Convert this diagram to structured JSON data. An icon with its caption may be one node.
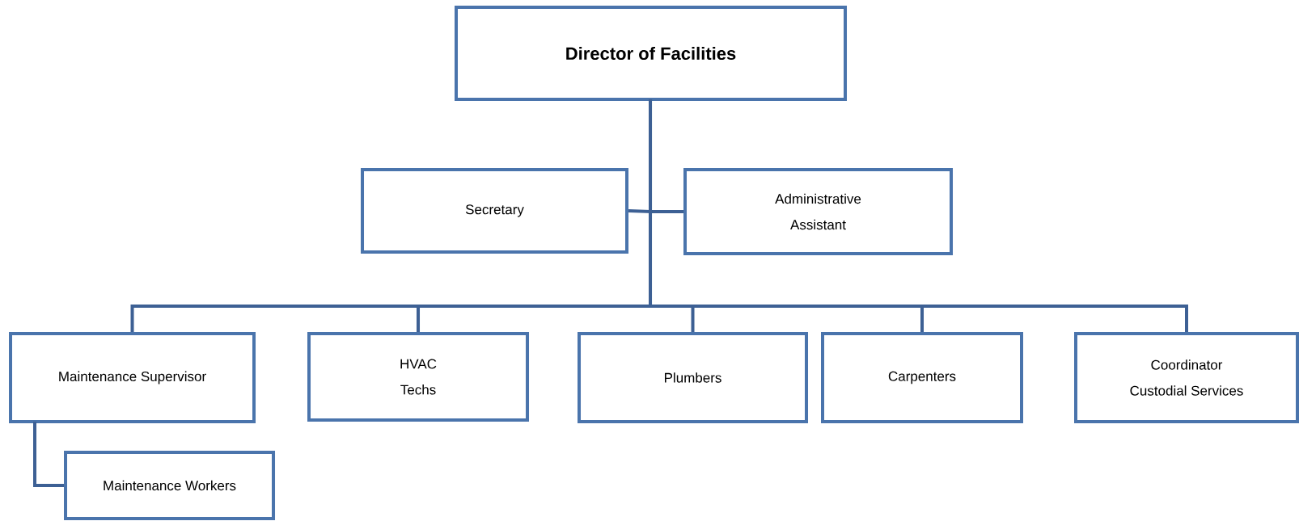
{
  "diagram": {
    "nodes": [
      {
        "text": [
          "Director of Facilities"
        ]
      },
      {
        "text": [
          "Secretary"
        ]
      },
      {
        "text": [
          "Administrative Assistant"
        ]
      },
      {
        "text": [
          "Maintenance Supervisor"
        ]
      },
      {
        "text": [
          "HVAC Techs"
        ]
      },
      {
        "text": [
          "Plumbers"
        ]
      },
      {
        "text": [
          "Carpenters"
        ]
      },
      {
        "text": [
          "Coordinator Custodial Services"
        ]
      },
      {
        "text": [
          "Maintenance Workers"
        ]
      }
    ],
    "edges": [
      {
        "from": 0,
        "to": 1,
        "arrow": "none"
      },
      {
        "from": 0,
        "to": 2,
        "arrow": "none"
      },
      {
        "from": 0,
        "to": 3,
        "arrow": "none"
      },
      {
        "from": 0,
        "to": 4,
        "arrow": "none"
      },
      {
        "from": 0,
        "to": 5,
        "arrow": "none"
      },
      {
        "from": 0,
        "to": 6,
        "arrow": "none"
      },
      {
        "from": 0,
        "to": 7,
        "arrow": "none"
      },
      {
        "from": 3,
        "to": 8,
        "arrow": "none"
      }
    ]
  }
}
